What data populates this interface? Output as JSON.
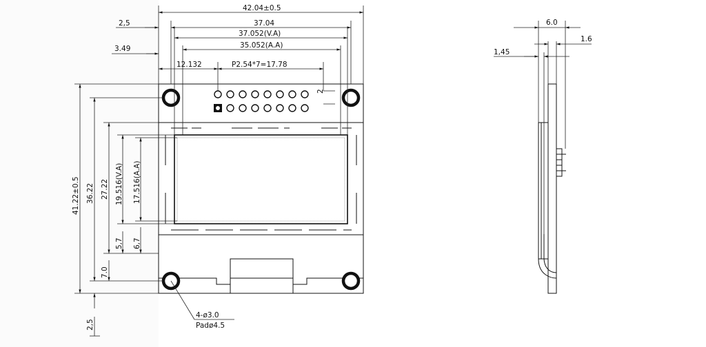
{
  "front_view": {
    "overall_width": "42.04±0.5",
    "width_37_04": "37.04",
    "visible_area_width": "37.052(V.A)",
    "active_area_width": "35.052(A.A)",
    "left_offset_2_5": "2,5",
    "left_offset_3_49": "3.49",
    "pin_offset": "12.132",
    "pin_pitch": "P2.54*7=17.78",
    "pin_row_gap": "2",
    "overall_height": "41.22±0.5",
    "height_36_22": "36.22",
    "height_27_22": "27.22",
    "visible_area_height": "19.516(V.A)",
    "active_area_height": "17.516(A.A)",
    "bottom_5_7": "5,7",
    "bottom_6_7": "6,7",
    "bottom_7_0": "7.0",
    "bottom_2_5": "2,5",
    "hole_spec": "4-ø3.0",
    "pad_spec": "Padø4.5"
  },
  "side_view": {
    "thickness": "6.0",
    "glass_thickness": "1.6",
    "pcb_thickness": "1,45"
  }
}
